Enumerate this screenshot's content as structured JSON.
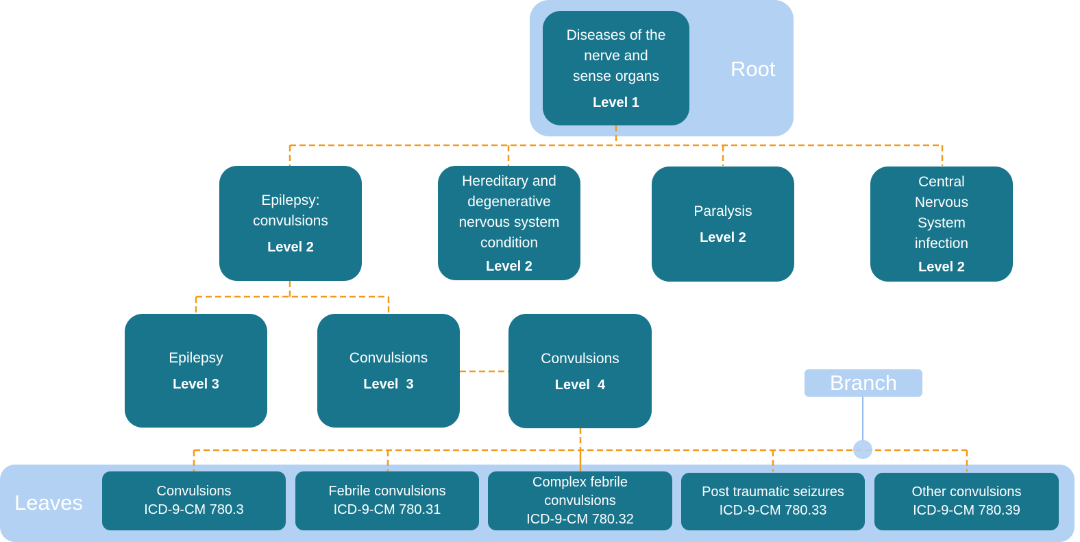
{
  "colors": {
    "node_fill": "#18758c",
    "panel_fill": "#b3d1f3",
    "connector": "#f39a1c",
    "text": "#ffffff"
  },
  "labels": {
    "root": "Root",
    "leaves": "Leaves",
    "branch": "Branch"
  },
  "root": {
    "title": "Diseases of the\nnerve and\nsense organs",
    "level": "Level 1"
  },
  "level2": [
    {
      "title": "Epilepsy:\nconvulsions",
      "level": "Level 2"
    },
    {
      "title": "Hereditary and\ndegenerative\nnervous system\ncondition",
      "level": "Level 2"
    },
    {
      "title": "Paralysis",
      "level": "Level 2"
    },
    {
      "title": "Central\nNervous\nSystem\ninfection",
      "level": "Level 2"
    }
  ],
  "level3": [
    {
      "title": "Epilepsy",
      "level": "Level 3"
    },
    {
      "title": "Convulsions",
      "level": "Level  3"
    }
  ],
  "level4": {
    "title": "Convulsions",
    "level": "Level  4"
  },
  "leaves": [
    {
      "title": "Convulsions\nICD-9-CM 780.3"
    },
    {
      "title": "Febrile convulsions\nICD-9-CM 780.31"
    },
    {
      "title": "Complex febrile\nconvulsions\nICD-9-CM 780.32"
    },
    {
      "title": "Post traumatic seizures\nICD-9-CM 780.33"
    },
    {
      "title": "Other convulsions\nICD-9-CM 780.39"
    }
  ]
}
